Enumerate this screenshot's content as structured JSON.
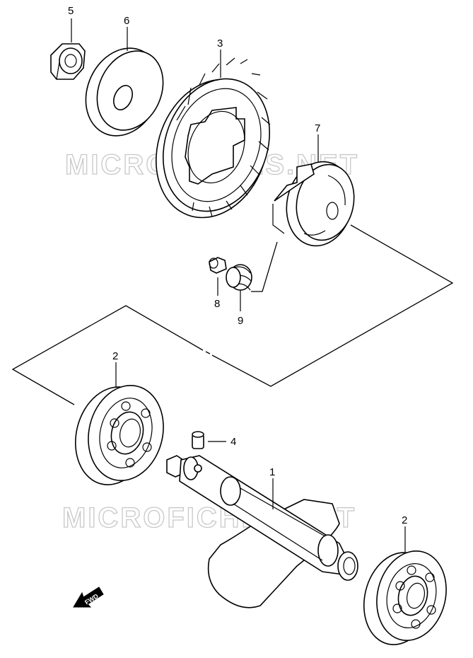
{
  "diagram": {
    "watermark": "MICROFICHES.NET",
    "fwd_label": "FWD",
    "callouts": {
      "c1": "1",
      "c2a": "2",
      "c2b": "2",
      "c3": "3",
      "c4": "4",
      "c5": "5",
      "c6": "6",
      "c7": "7",
      "c8": "8",
      "c9": "9"
    }
  }
}
